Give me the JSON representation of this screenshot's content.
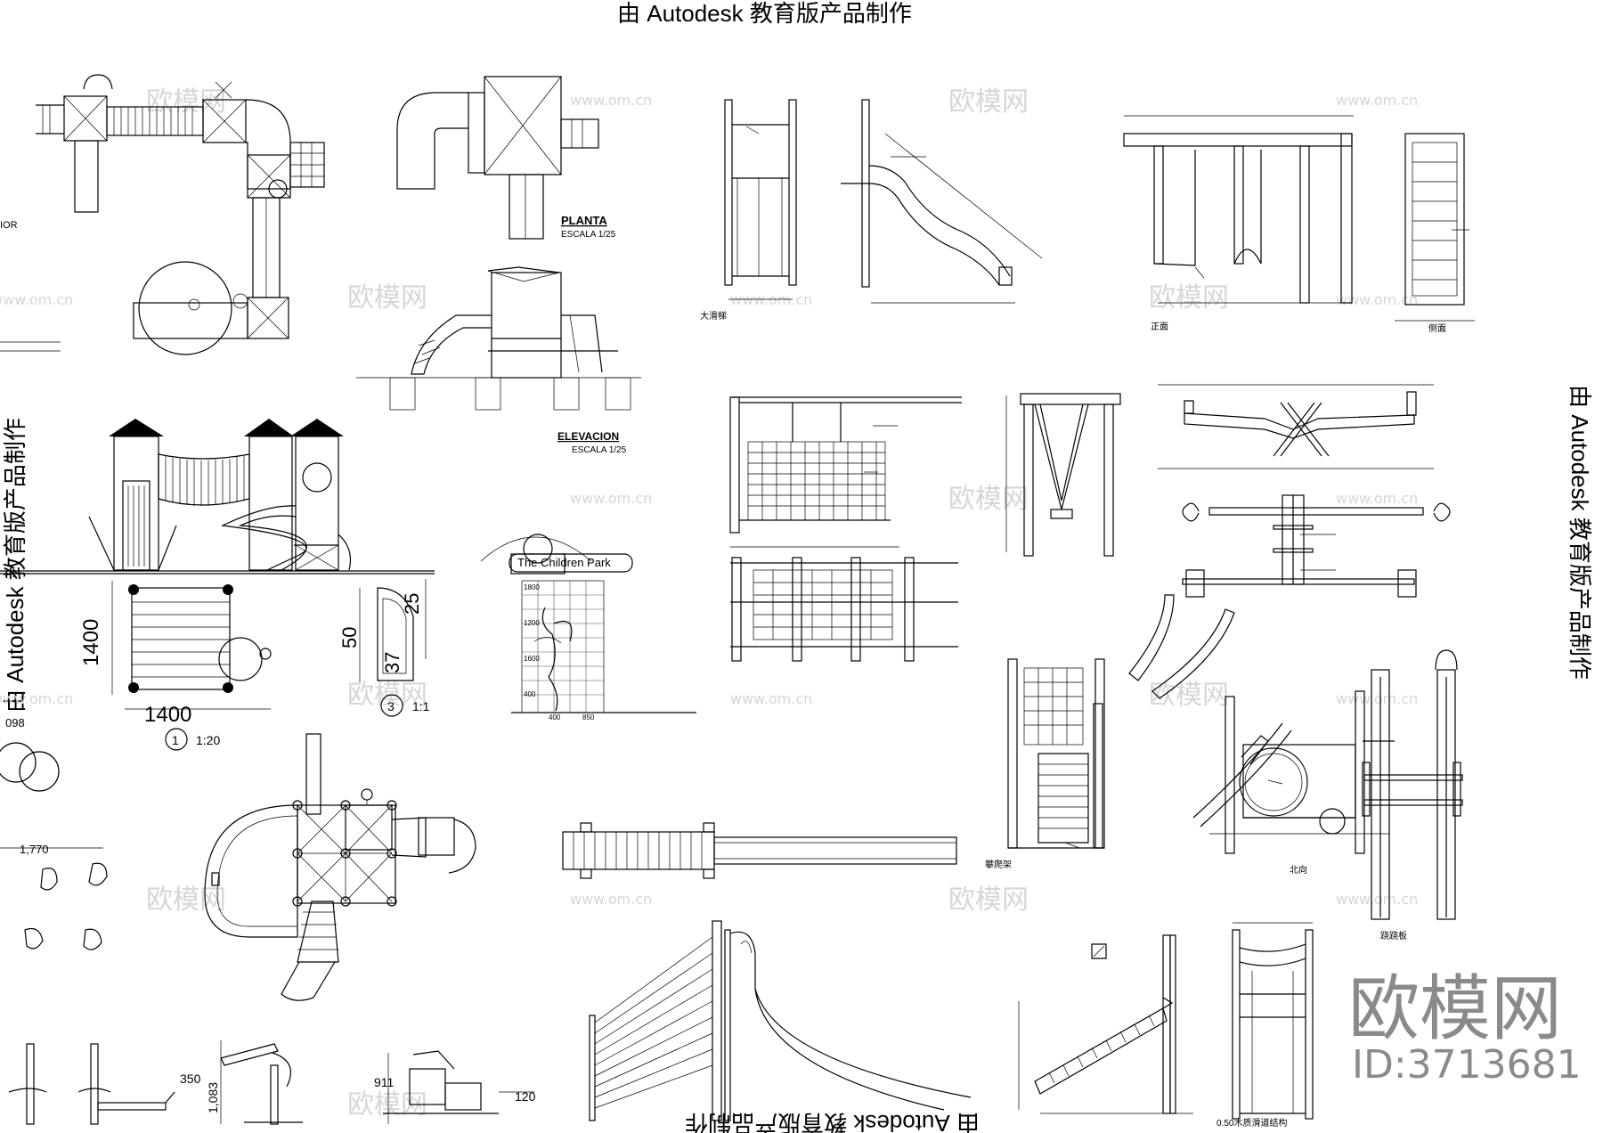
{
  "watermark_top": "由 Autodesk 教育版产品制作",
  "watermark_right": "由 Autodesk 教育版产品制作",
  "watermark_left": "由 Autodesk 教育版产品制作",
  "watermark_bottom": "由 Autodesk 教育版产品制作",
  "site_watermark": "欧模网",
  "site_url": "www.om.cn",
  "brand_logo": "欧模网",
  "brand_id": "ID:3713681",
  "labels": {
    "planta": "PLANTA",
    "planta_scale": "ESCALA 1/25",
    "elevacion": "ELEVACION",
    "elevacion_scale": "ESCALA 1/25",
    "children_park": "The Children Park",
    "dim_1400_v": "1400",
    "dim_1400_h": "1400",
    "detail1": "1",
    "detail1_scale": "1:20",
    "dim_50": "50",
    "dim_25": "25",
    "dim_37": "37",
    "detail3": "3",
    "detail3_scale": "1:1",
    "dim_1770": "1,770",
    "dim_098": "098",
    "dim_350": "350",
    "dim_1083": "1,083",
    "dim_911": "911",
    "dim_120": "120",
    "lab_1800": "1800",
    "lab_1200": "1200",
    "lab_1600": "1600",
    "lab_400": "400",
    "lab_400b": "400",
    "lab_850": "850",
    "slide_caption": "大滑梯",
    "swing_front": "正面",
    "swing_side": "侧面",
    "climb_caption": "攀爬架",
    "north_caption": "北向",
    "seesaw_caption": "跷跷板",
    "bottom_caption": "0.50木质滑道结构"
  }
}
